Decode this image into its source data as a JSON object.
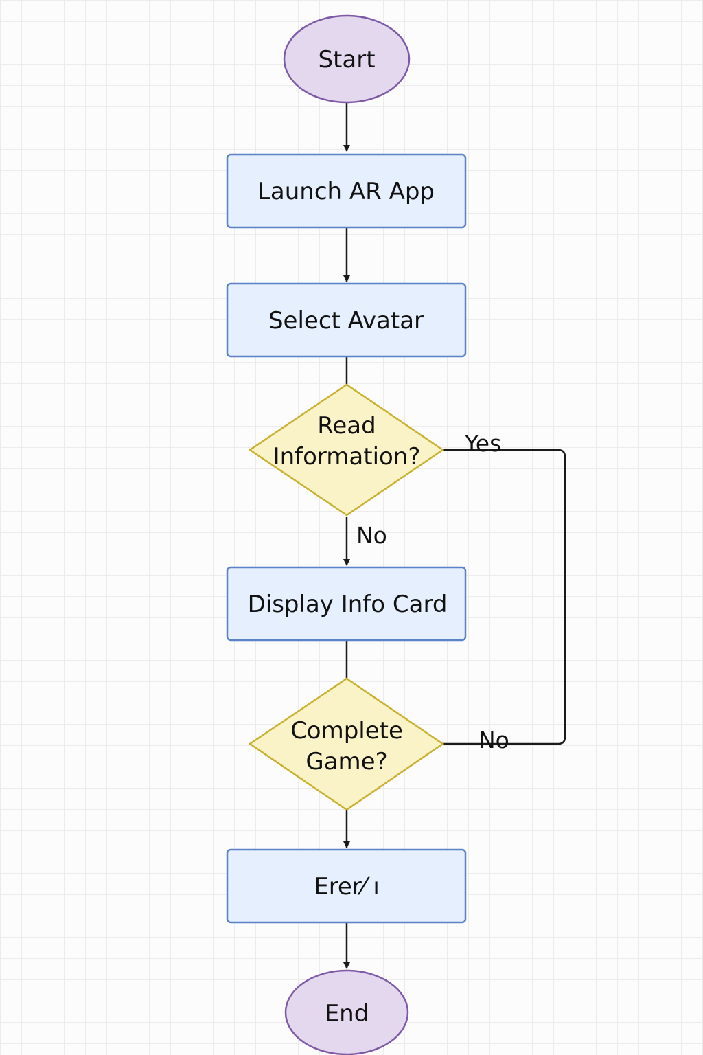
{
  "colors": {
    "terminal_fill": "#e4d8ef",
    "process_fill": "#e5effd",
    "decision_fill": "#fbf3c8"
  },
  "nodes": {
    "start": "Start",
    "launch": "Launch AR App",
    "select": "Select Avatar",
    "read_line1": "Read",
    "read_line2": "Information?",
    "display": "Display Info Card",
    "complete_line1": "Complete",
    "complete_line2": "Game?",
    "earn": "Erer⁄ ı",
    "end": "End"
  },
  "edges": {
    "yes_label": "Yes",
    "no_label_down": "No",
    "no_label_right": "No"
  }
}
